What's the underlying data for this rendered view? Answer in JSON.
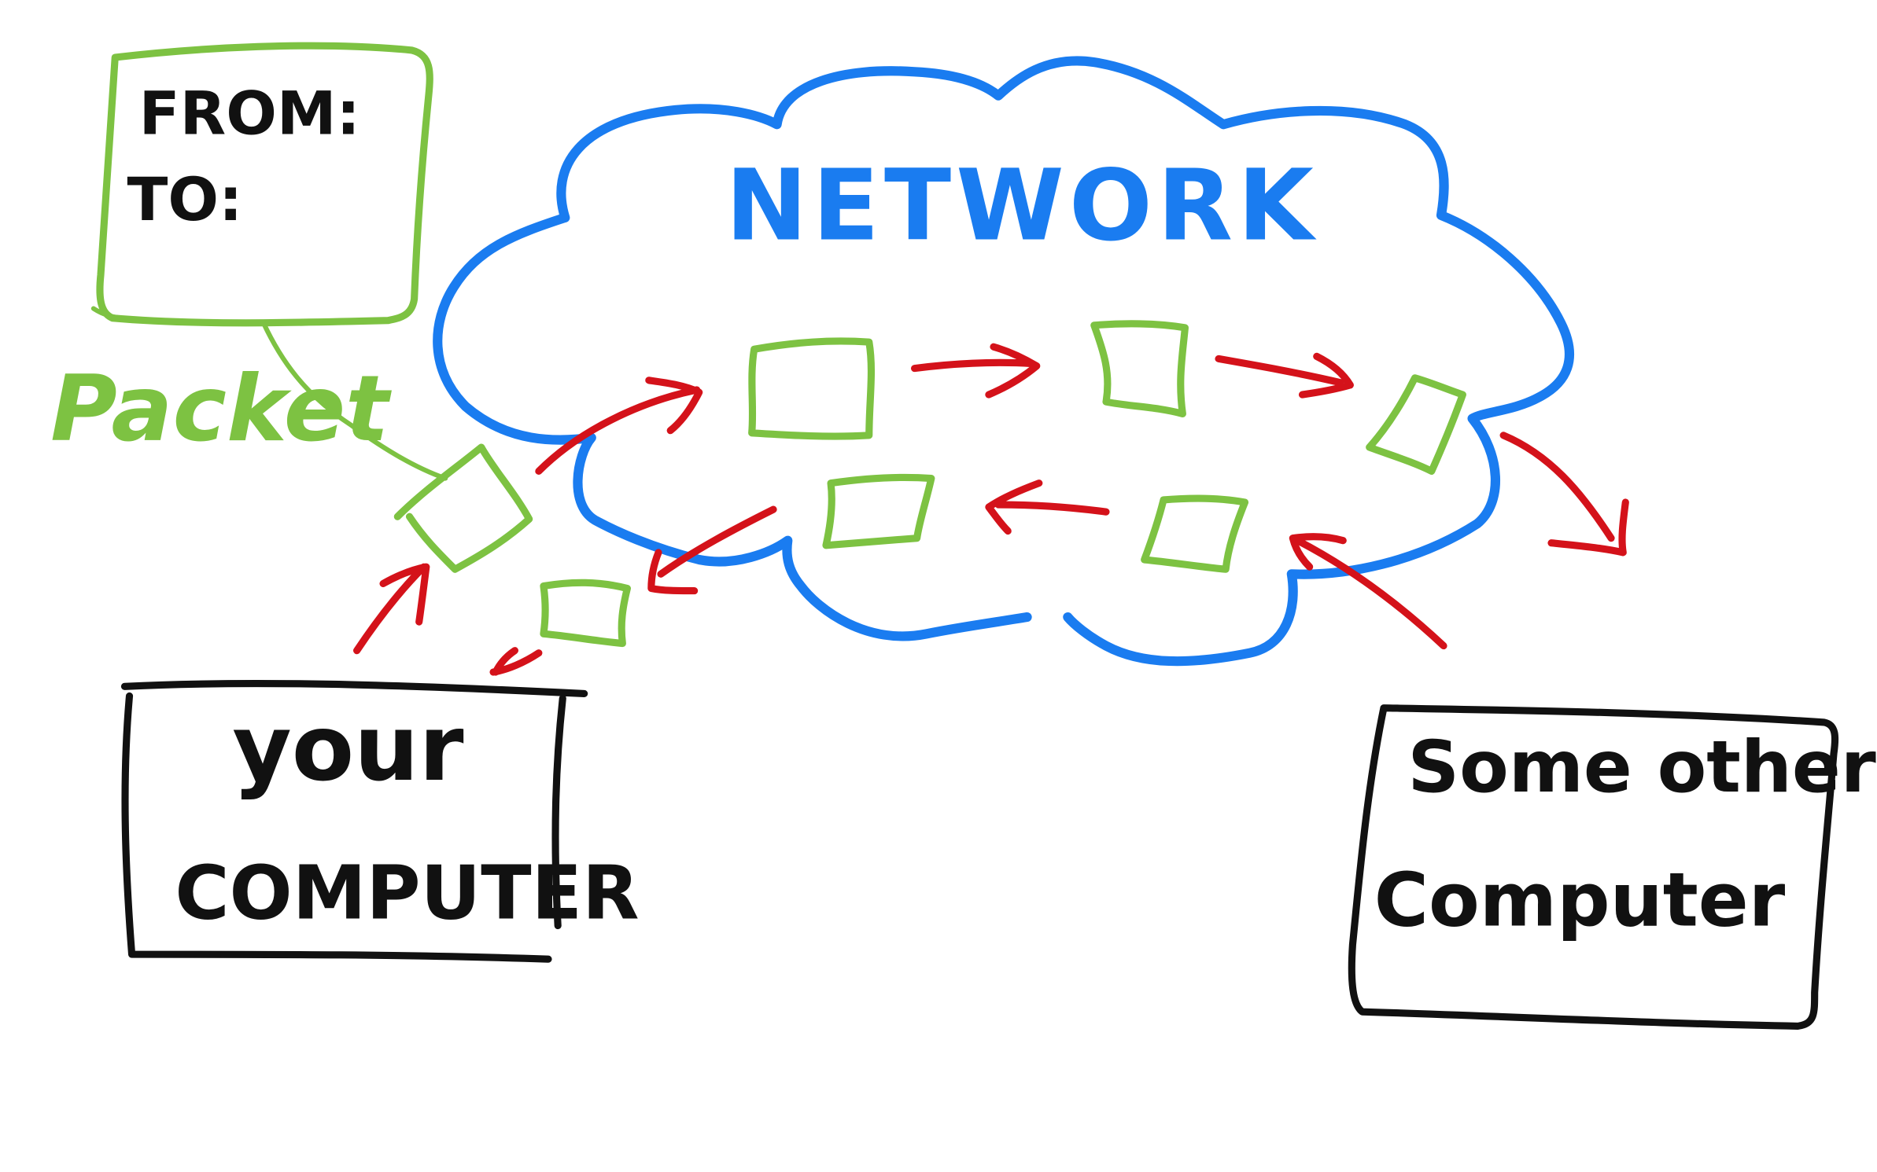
{
  "header_box": {
    "from_label": "FROM:",
    "to_label": "TO:"
  },
  "packet_label": "Packet",
  "network_label": "NETWORK",
  "your_computer": {
    "line1": "your",
    "line2": "COMPUTER"
  },
  "other_computer": {
    "line1": "Some other",
    "line2": "Computer"
  },
  "colors": {
    "packet_green": "#7dc242",
    "network_blue": "#1a7cf0",
    "arrow_red": "#d4121a",
    "ink_black": "#111111"
  },
  "icons": {
    "packet": "square-outline",
    "arrow": "hand-drawn-arrow"
  }
}
